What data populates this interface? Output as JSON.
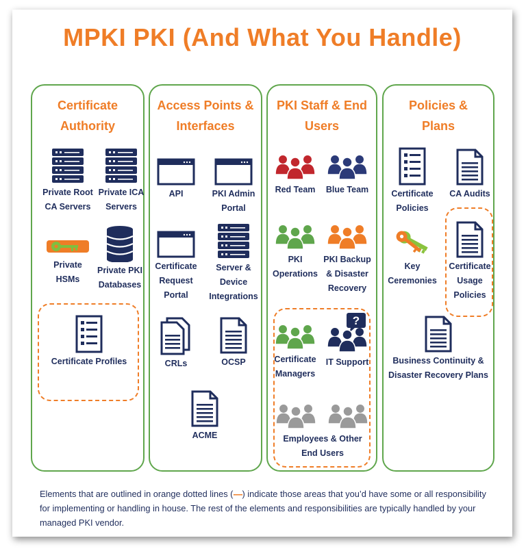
{
  "title": "MPKI PKI (And What You Handle)",
  "columns": [
    {
      "heading": [
        "Certificate",
        "Authority"
      ],
      "items": [
        {
          "label": [
            "Private Root",
            "CA Servers"
          ],
          "icon": "server-rack-icon"
        },
        {
          "label": [
            "Private ICA",
            "Servers"
          ],
          "icon": "server-rack-icon"
        },
        {
          "label": [
            "Private",
            "HSMs"
          ],
          "icon": "hsm-key-icon"
        },
        {
          "label": [
            "Private PKI",
            "Databases"
          ],
          "icon": "database-icon"
        },
        {
          "label": [
            "Certificate Profiles"
          ],
          "icon": "checklist-icon"
        }
      ]
    },
    {
      "heading": [
        "Access Points &",
        "Interfaces"
      ],
      "items": [
        {
          "label": [
            "API"
          ],
          "icon": "browser-window-icon"
        },
        {
          "label": [
            "PKI Admin",
            "Portal"
          ],
          "icon": "browser-window-icon"
        },
        {
          "label": [
            "Certificate",
            "Request",
            "Portal"
          ],
          "icon": "browser-window-icon"
        },
        {
          "label": [
            "Server &",
            "Device",
            "Integrations"
          ],
          "icon": "server-rack-icon"
        },
        {
          "label": [
            "CRLs"
          ],
          "icon": "documents-stack-icon"
        },
        {
          "label": [
            "OCSP"
          ],
          "icon": "document-icon"
        },
        {
          "label": [
            "ACME"
          ],
          "icon": "document-icon"
        }
      ]
    },
    {
      "heading": [
        "PKI Staff & End",
        "Users"
      ],
      "items": [
        {
          "label": [
            "Red Team"
          ],
          "icon": "red-team-group-icon"
        },
        {
          "label": [
            "Blue Team"
          ],
          "icon": "blue-team-group-icon"
        },
        {
          "label": [
            "PKI",
            "Operations"
          ],
          "icon": "green-group-icon"
        },
        {
          "label": [
            "PKI Backup",
            "& Disaster",
            "Recovery"
          ],
          "icon": "orange-group-icon"
        },
        {
          "label": [
            "Certificate",
            "Managers"
          ],
          "icon": "green-group-icon"
        },
        {
          "label": [
            "IT Support"
          ],
          "icon": "support-question-icon"
        },
        {
          "label": [
            "Employees & Other",
            "End Users"
          ],
          "icon": "gray-groups-icon"
        }
      ]
    },
    {
      "heading": [
        "Policies &",
        "Plans"
      ],
      "items": [
        {
          "label": [
            "Certificate",
            "Policies"
          ],
          "icon": "checklist-icon"
        },
        {
          "label": [
            "CA Audits"
          ],
          "icon": "document-icon"
        },
        {
          "label": [
            "Key",
            "Ceremonies"
          ],
          "icon": "keys-icon"
        },
        {
          "label": [
            "Certificate",
            "Usage",
            "Policies"
          ],
          "icon": "document-icon"
        },
        {
          "label": [
            "Business Continuity &",
            "Disaster Recovery Plans"
          ],
          "icon": "document-icon"
        }
      ]
    }
  ],
  "footer": {
    "before": "Elements that are outlined in orange dotted lines (",
    "dash": "----",
    "after": ") indicate those areas that you’d have some or all responsibility for implementing or handling in house. The rest of the elements and responsibilities are typically handled by your managed PKI vendor."
  },
  "colors": {
    "accent_orange": "#ef7d27",
    "column_border_green": "#5fa64c",
    "navy": "#1f2d5c",
    "team_red": "#c1272d",
    "team_blue": "#2b3a78",
    "team_green": "#5fa64c",
    "team_gray": "#9a9a9a"
  }
}
